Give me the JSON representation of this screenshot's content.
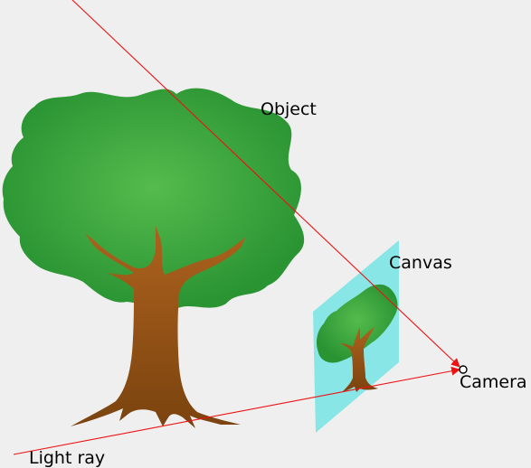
{
  "labels": {
    "object": "Object",
    "canvas": "Canvas",
    "camera": "Camera",
    "light_ray": "Light ray"
  },
  "colors": {
    "background": "#efefef",
    "foliage_light": "#4fb84a",
    "foliage_dark": "#2a9433",
    "trunk_light": "#a75f1c",
    "trunk_dark": "#7d4310",
    "canvas_plane": "#88e6e6",
    "ray": "#ee1111"
  }
}
